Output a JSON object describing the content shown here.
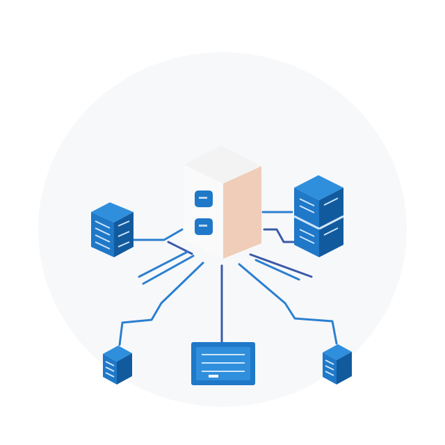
{
  "diagram": {
    "nodes": [
      {
        "id": "central-server",
        "kind": "tower-server"
      },
      {
        "id": "left-rack-server",
        "kind": "rack-server"
      },
      {
        "id": "right-rack-server",
        "kind": "rack-server"
      },
      {
        "id": "bottom-left-device",
        "kind": "small-device"
      },
      {
        "id": "bottom-center-monitor",
        "kind": "monitor"
      },
      {
        "id": "bottom-right-device",
        "kind": "small-device"
      }
    ],
    "links": [
      {
        "from": "central-server",
        "to": "left-rack-server"
      },
      {
        "from": "central-server",
        "to": "right-rack-server"
      },
      {
        "from": "central-server",
        "to": "bottom-left-device"
      },
      {
        "from": "central-server",
        "to": "bottom-center-monitor"
      },
      {
        "from": "central-server",
        "to": "bottom-right-device"
      }
    ],
    "colors": {
      "blue": "#1f78c8",
      "blue_dark": "#125a9e",
      "blue_light": "#2f8fdc",
      "line": "#2a7fd0",
      "line_dark": "#3a5aa8",
      "peach": "#efcdb8",
      "tower_front": "#fafafa",
      "tower_top": "#f3f3f3",
      "halo": "#f7f8fa"
    }
  }
}
